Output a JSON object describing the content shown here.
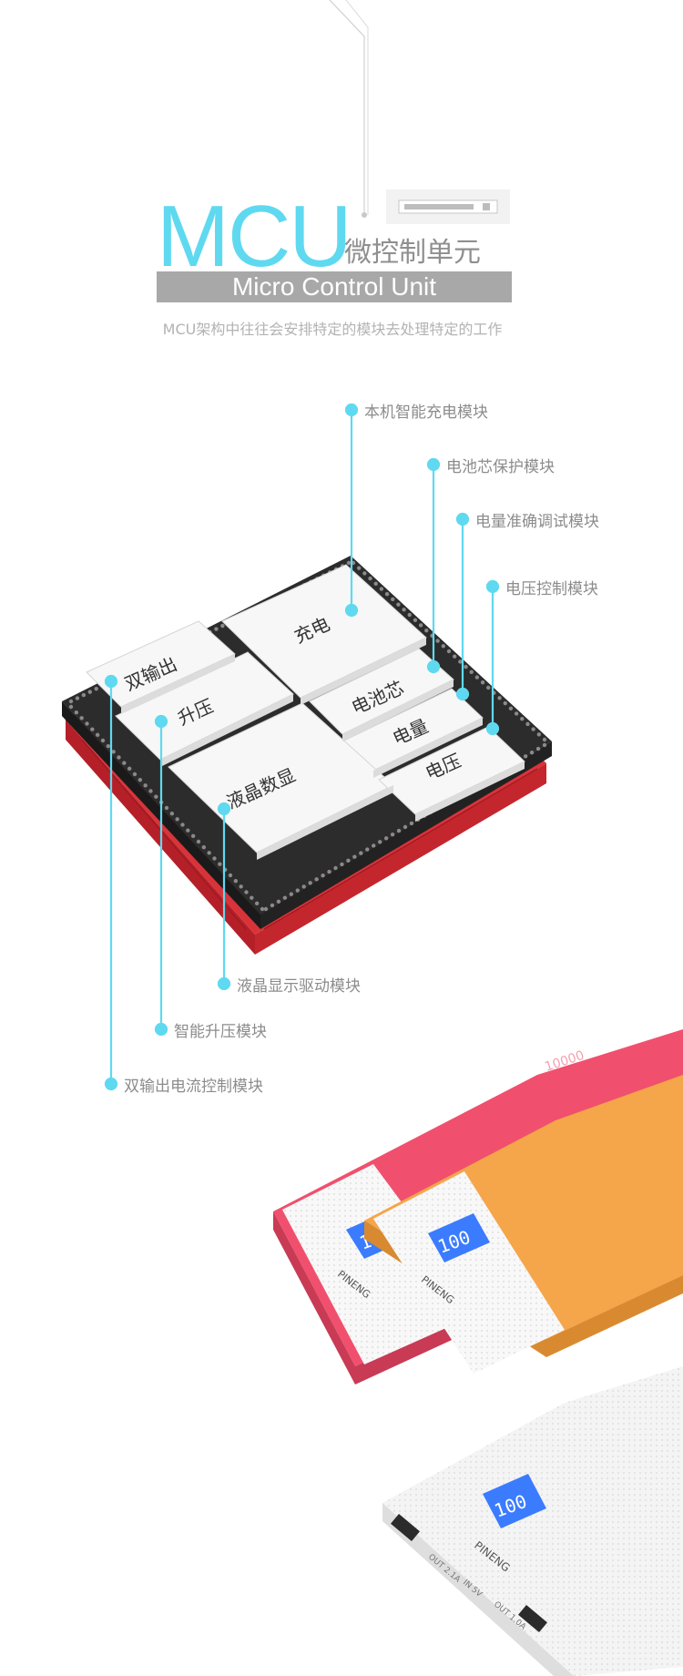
{
  "header": {
    "mcu": "MCU",
    "cn_title": "微控制单元",
    "en_title": "Micro Control Unit",
    "description": "MCU架构中往往会安排特定的模块去处理特定的工作"
  },
  "chip": {
    "modules": {
      "dual_output": "双输出",
      "charge": "充电",
      "boost": "升压",
      "cell": "电池芯",
      "capacity": "电量",
      "lcd": "液晶数显",
      "voltage": "电压"
    }
  },
  "callouts": {
    "charge": "本机智能充电模块",
    "cell": "电池芯保护模块",
    "capacity": "电量准确调试模块",
    "voltage": "电压控制模块",
    "lcd": "液晶显示驱动模块",
    "boost": "智能升压模块",
    "dual_output": "双输出电流控制模块"
  },
  "products": {
    "brand": "PINENG",
    "display": "100",
    "port_labels": [
      "OUT 2.1A",
      "IN 5V",
      "OUT 1.0A"
    ],
    "capacity_mark": "10000"
  },
  "colors": {
    "accent": "#5fd9f0",
    "pink": "#f0506e",
    "orange": "#f5a54a",
    "chip_red": "#d9333a",
    "lcd_blue": "#3b7cff"
  }
}
